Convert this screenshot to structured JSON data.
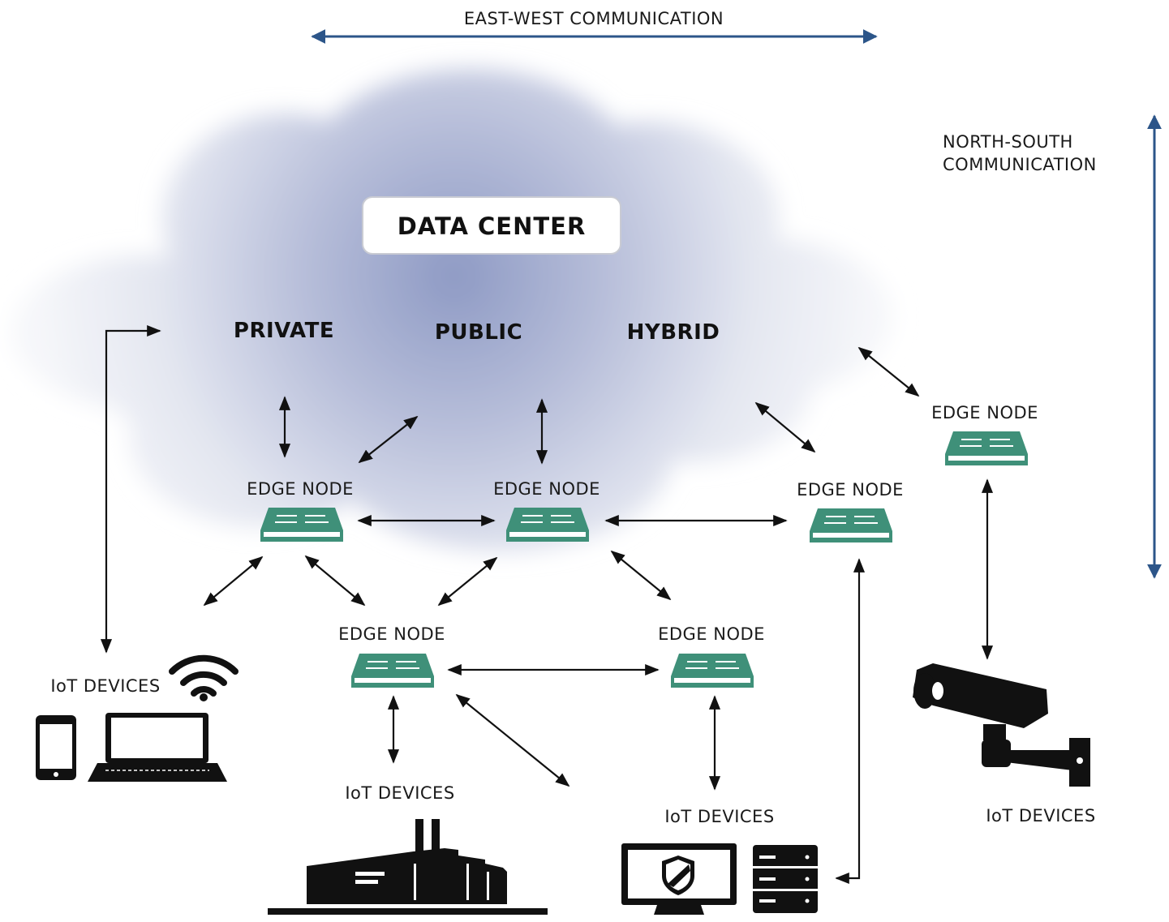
{
  "diagram": {
    "east_west_label": "EAST-WEST COMMUNICATION",
    "north_south_label_line1": "NORTH-SOUTH",
    "north_south_label_line2": "COMMUNICATION",
    "data_center_label": "DATA CENTER",
    "cloud_types": [
      "PRIVATE",
      "PUBLIC",
      "HYBRID"
    ],
    "edge_node_label": "EDGE NODE",
    "iot_devices_label": "IoT DEVICES"
  },
  "colors": {
    "edge_node_fill": "#3f9079",
    "arrow_blue": "#2c5589",
    "cloud_core": "#8e9ac4",
    "cloud_edge": "#f2f3f8"
  },
  "icons": [
    "wifi-icon",
    "smartphone-icon",
    "laptop-icon",
    "factory-icon",
    "monitor-shield-icon",
    "server-icon",
    "security-camera-icon",
    "router-icon"
  ]
}
